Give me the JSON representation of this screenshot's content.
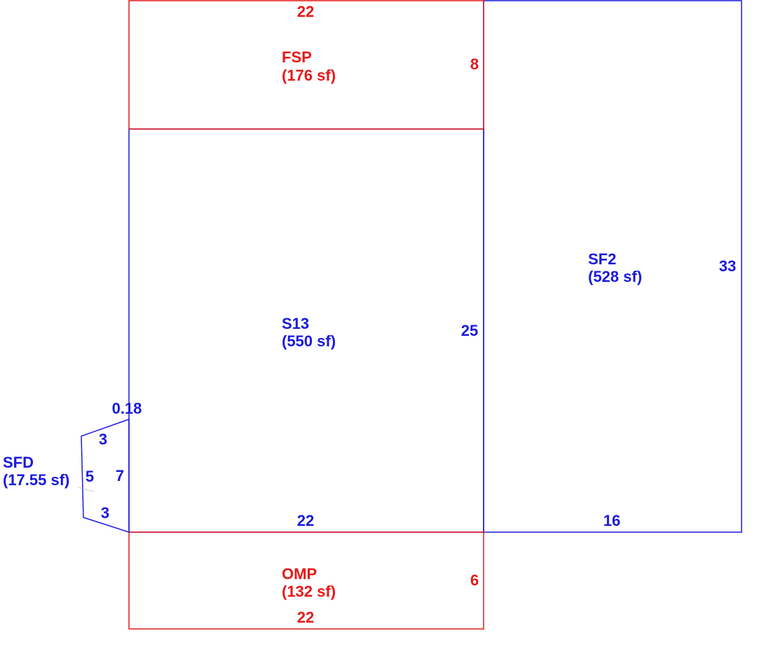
{
  "colors": {
    "building": "#1a1adb",
    "porch": "#e61919"
  },
  "areas": {
    "fsp": {
      "name": "FSP",
      "area": "(176 sf)",
      "dim_top": "22",
      "dim_right": "8"
    },
    "s13": {
      "name": "S13",
      "area": "(550 sf)",
      "dim_right": "25",
      "dim_bottom": "22"
    },
    "sf2": {
      "name": "SF2",
      "area": "(528 sf)",
      "dim_right": "33",
      "dim_bottom": "16"
    },
    "sfd": {
      "name": "SFD",
      "area": "(17.55 sf)",
      "dim_top": "0.18",
      "dim_upper": "3",
      "dim_left": "5",
      "dim_right": "7",
      "dim_lower": "3"
    },
    "omp": {
      "name": "OMP",
      "area": "(132 sf)",
      "dim_right": "6",
      "dim_bottom": "22"
    }
  }
}
